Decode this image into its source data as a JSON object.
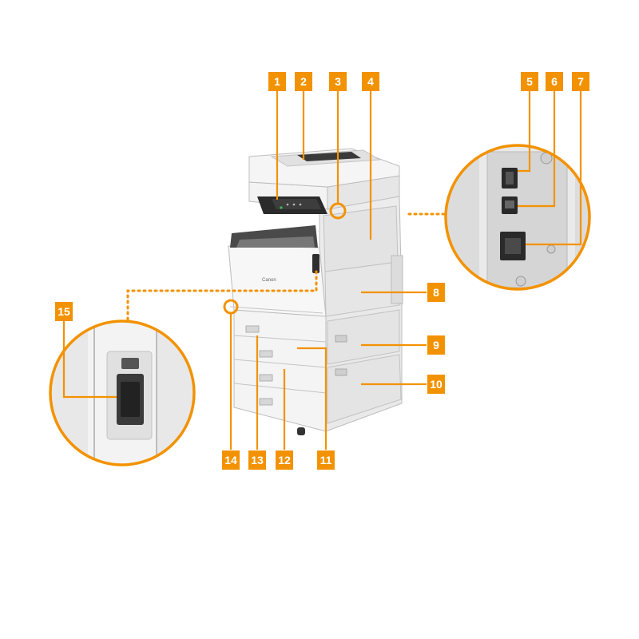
{
  "colors": {
    "accent": "#F39200",
    "machine_body": "#f2f2f2",
    "machine_outline": "#c8c8c8",
    "dark_part": "#2b2b2b"
  },
  "callouts": [
    {
      "number": "1",
      "part": "operation-panel"
    },
    {
      "number": "2",
      "part": "document-feeder"
    },
    {
      "number": "3",
      "part": "main-power-indicator"
    },
    {
      "number": "4",
      "part": "right-cover"
    },
    {
      "number": "5",
      "part": "usb-port"
    },
    {
      "number": "6",
      "part": "usb-device-port"
    },
    {
      "number": "7",
      "part": "lan-port"
    },
    {
      "number": "8",
      "part": "multi-purpose-tray"
    },
    {
      "number": "9",
      "part": "lower-right-cover"
    },
    {
      "number": "10",
      "part": "cassette-feeding-unit-cover"
    },
    {
      "number": "11",
      "part": "paper-drawer-3"
    },
    {
      "number": "12",
      "part": "paper-drawer-4"
    },
    {
      "number": "13",
      "part": "paper-drawer-1"
    },
    {
      "number": "14",
      "part": "front-cover"
    },
    {
      "number": "15",
      "part": "main-power-switch"
    }
  ],
  "brand_label": "Canon"
}
